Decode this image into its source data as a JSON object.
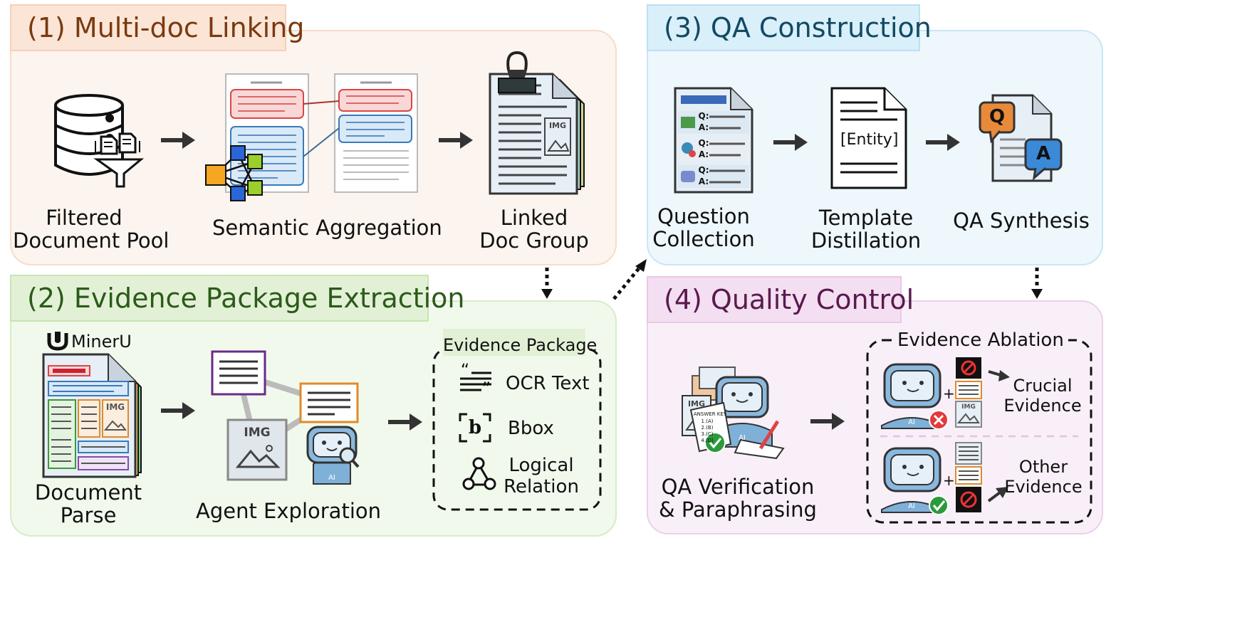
{
  "panels": {
    "p1": {
      "title": "(1) Multi-doc Linking",
      "labels": {
        "pool_1": "Filtered",
        "pool_2": "Document Pool",
        "sem": "Semantic Aggregation",
        "linked_1": "Linked",
        "linked_2": "Doc Group"
      },
      "img_tag": "IMG"
    },
    "p2": {
      "title": "(2) Evidence Package Extraction",
      "mineru": "MinerU",
      "labels": {
        "parse_1": "Document",
        "parse_2": "Parse",
        "agent": "Agent Exploration"
      },
      "img_tag": "IMG",
      "ai_tag": "AI",
      "package": {
        "title": "Evidence Package",
        "ocr": "OCR Text",
        "bbox": "Bbox",
        "bbox_glyph": "b",
        "logic_1": "Logical",
        "logic_2": "Relation"
      }
    },
    "p3": {
      "title": "(3) QA Construction",
      "labels": {
        "qc_1": "Question",
        "qc_2": "Collection",
        "td_1": "Template",
        "td_2": "Distillation",
        "qs": "QA Synthesis"
      },
      "entity": "Entity",
      "q_mark": "Q:",
      "a_mark": "A:",
      "q_bubble": "Q",
      "a_bubble": "A"
    },
    "p4": {
      "title": "(4) Quality Control",
      "labels": {
        "qv_1": "QA Verification",
        "qv_2": "& Paraphrasing"
      },
      "answer_key": "ANSWER KEY",
      "key_lines": [
        "1.(A)",
        "2.(B)",
        "3.(C)",
        "4.(D)"
      ],
      "img_tag": "IMG",
      "ai_tag": "AI",
      "ablation": {
        "title": "Evidence Ablation",
        "crucial_1": "Crucial",
        "crucial_2": "Evidence",
        "other_1": "Other",
        "other_2": "Evidence",
        "plus": "+"
      }
    }
  },
  "colors": {
    "p1_bg": "#fcf4ee",
    "p1_border": "#f6dccb",
    "p1_title": "#7a3a10",
    "p2_bg": "#f1f9ec",
    "p2_border": "#d6ecc8",
    "p2_title": "#2c5a1a",
    "p3_bg": "#edf7fc",
    "p3_border": "#c9e6f5",
    "p3_title": "#124a63",
    "p4_bg": "#f9eff8",
    "p4_border": "#ecd0ea",
    "p4_title": "#5a1a4e",
    "arrow": "#333333"
  }
}
